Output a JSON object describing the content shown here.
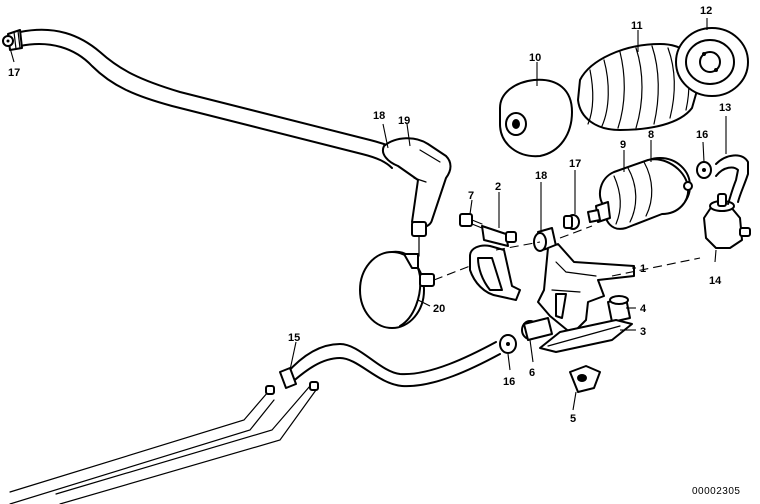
{
  "figure": {
    "code": "00002305"
  },
  "callouts": {
    "c1": "1",
    "c2": "2",
    "c3": "3",
    "c4": "4",
    "c5": "5",
    "c6": "6",
    "c7": "7",
    "c8": "8",
    "c9": "9",
    "c10": "10",
    "c11": "11",
    "c12": "12",
    "c13": "13",
    "c14": "14",
    "c15": "15",
    "c16a": "16",
    "c16b": "16",
    "c17a": "17",
    "c17b": "17",
    "c18a": "18",
    "c18b": "18",
    "c19": "19",
    "c20": "20"
  }
}
